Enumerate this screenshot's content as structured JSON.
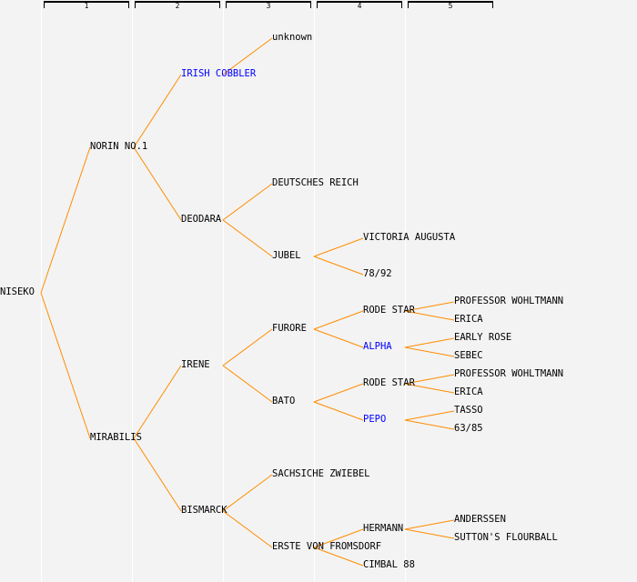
{
  "columns": [
    "1",
    "2",
    "3",
    "4",
    "5"
  ],
  "colors": {
    "line": "#ff8c00",
    "text": "#000000",
    "highlight": "#0000ff",
    "background": "#f3f3f3"
  },
  "pedigree": {
    "name": "NISEKO",
    "parents": [
      {
        "name": "NORIN NO.1",
        "parents": [
          {
            "name": "IRISH COBBLER",
            "highlight": true,
            "parents": [
              {
                "name": "unknown"
              },
              null
            ]
          },
          {
            "name": "DEODARA",
            "parents": [
              {
                "name": "DEUTSCHES REICH"
              },
              {
                "name": "JUBEL",
                "parents": [
                  {
                    "name": "VICTORIA AUGUSTA"
                  },
                  {
                    "name": "78/92"
                  }
                ]
              }
            ]
          }
        ]
      },
      {
        "name": "MIRABILIS",
        "parents": [
          {
            "name": "IRENE",
            "parents": [
              {
                "name": "FURORE",
                "parents": [
                  {
                    "name": "RODE STAR",
                    "parents": [
                      {
                        "name": "PROFESSOR WOHLTMANN"
                      },
                      {
                        "name": "ERICA"
                      }
                    ]
                  },
                  {
                    "name": "ALPHA",
                    "highlight": true,
                    "parents": [
                      {
                        "name": "EARLY ROSE"
                      },
                      {
                        "name": "SEBEC"
                      }
                    ]
                  }
                ]
              },
              {
                "name": "BATO",
                "parents": [
                  {
                    "name": "RODE STAR",
                    "parents": [
                      {
                        "name": "PROFESSOR WOHLTMANN"
                      },
                      {
                        "name": "ERICA"
                      }
                    ]
                  },
                  {
                    "name": "PEPO",
                    "highlight": true,
                    "parents": [
                      {
                        "name": "TASSO"
                      },
                      {
                        "name": "63/85"
                      }
                    ]
                  }
                ]
              }
            ]
          },
          {
            "name": "BISMARCK",
            "parents": [
              {
                "name": "SACHSICHE ZWIEBEL"
              },
              {
                "name": "ERSTE VON FROMSDORF",
                "parents": [
                  {
                    "name": "HERMANN",
                    "parents": [
                      {
                        "name": "ANDERSSEN"
                      },
                      {
                        "name": "SUTTON'S FLOURBALL"
                      }
                    ]
                  },
                  {
                    "name": "CIMBAL 88"
                  }
                ]
              }
            ]
          }
        ]
      }
    ]
  }
}
